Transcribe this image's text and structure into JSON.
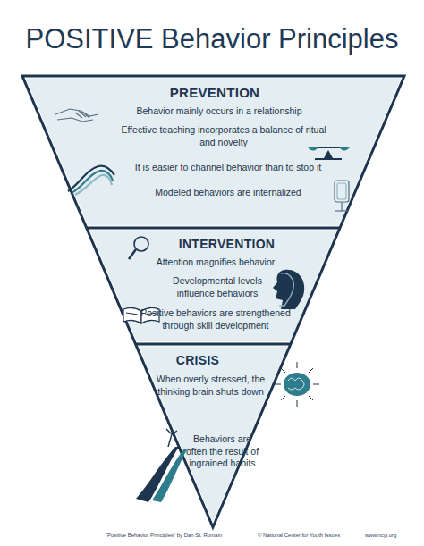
{
  "diagram": {
    "title": "POSITIVE Behavior Principles",
    "nodes": [
      {
        "text": [
          "PREVENTION",
          "Behavior mainly occurs in a relationship",
          "Effective teaching incorporates a balance of ritual and novelty",
          "It is easier to channel behavior than to stop it",
          "Modeled behaviors are internalized"
        ]
      },
      {
        "text": [
          "INTERVENTION",
          "Attention magnifies behavior",
          "Developmental levels influence behaviors",
          "Positive behaviors are strengthened through skill development"
        ]
      },
      {
        "text": [
          "CRISIS",
          "When overly stressed, the thinking brain shuts down",
          "Behaviors are often the result of ingrained habits"
        ]
      }
    ],
    "labels": [
      "“Positive Behavior Principles” by Dan St. Romain",
      "© National Center for Youth Issues",
      "www.ncyi.org"
    ]
  }
}
